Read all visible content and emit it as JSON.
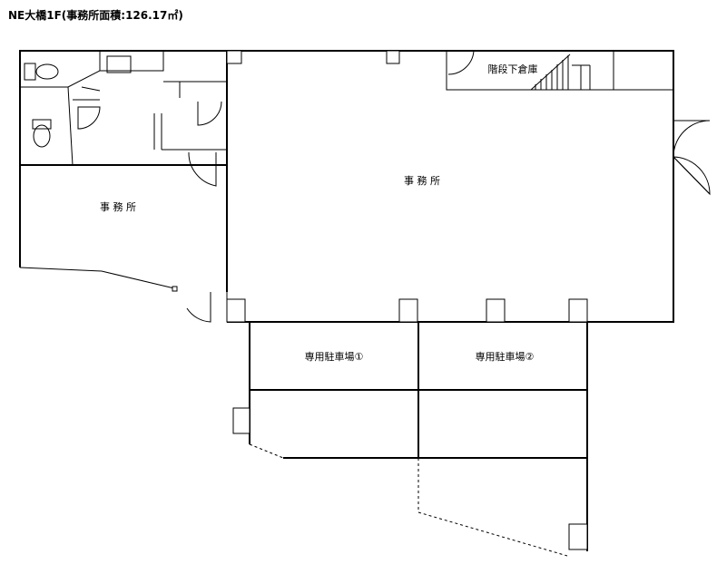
{
  "title": "NE大橋1F(事務所面積:126.17㎡)",
  "rooms": {
    "main_office": "事 務 所",
    "left_office": "事 務 所",
    "storage": "階段下倉庫"
  },
  "parking": {
    "space_1": "専用駐車場①",
    "space_2": "専用駐車場②"
  }
}
